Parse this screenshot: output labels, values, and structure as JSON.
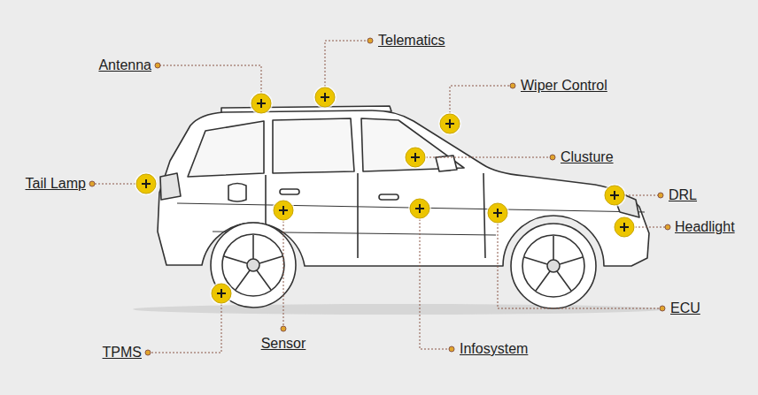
{
  "diagram": {
    "labels": [
      "Telematics",
      "Antenna",
      "Wiper Control",
      "Clusture",
      "Tail Lamp",
      "DRL",
      "Headlight",
      "ECU",
      "TPMS",
      "Sensor",
      "Infosystem"
    ]
  }
}
